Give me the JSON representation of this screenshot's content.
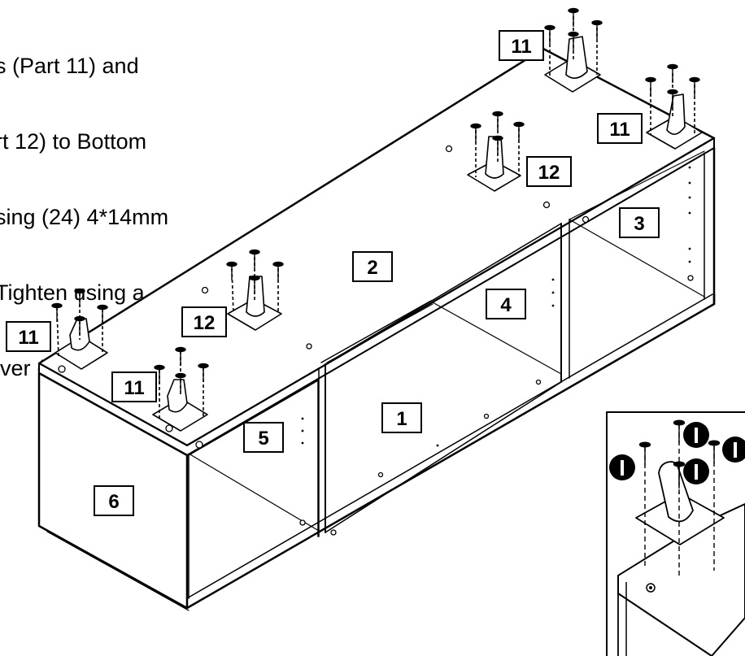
{
  "instructions": [
    "s (Part 11) and",
    "rt 12) to Bottom",
    "sing (24) 4*14mm",
    "Tighten using a",
    "iver (not included)"
  ],
  "part_labels": [
    "1",
    "2",
    "3",
    "4",
    "5",
    "6",
    "11",
    "12"
  ],
  "detail_callout": "I",
  "colors": {
    "line": "#000000",
    "label_box_fill": "#ffffff",
    "background": "#ffffff"
  }
}
